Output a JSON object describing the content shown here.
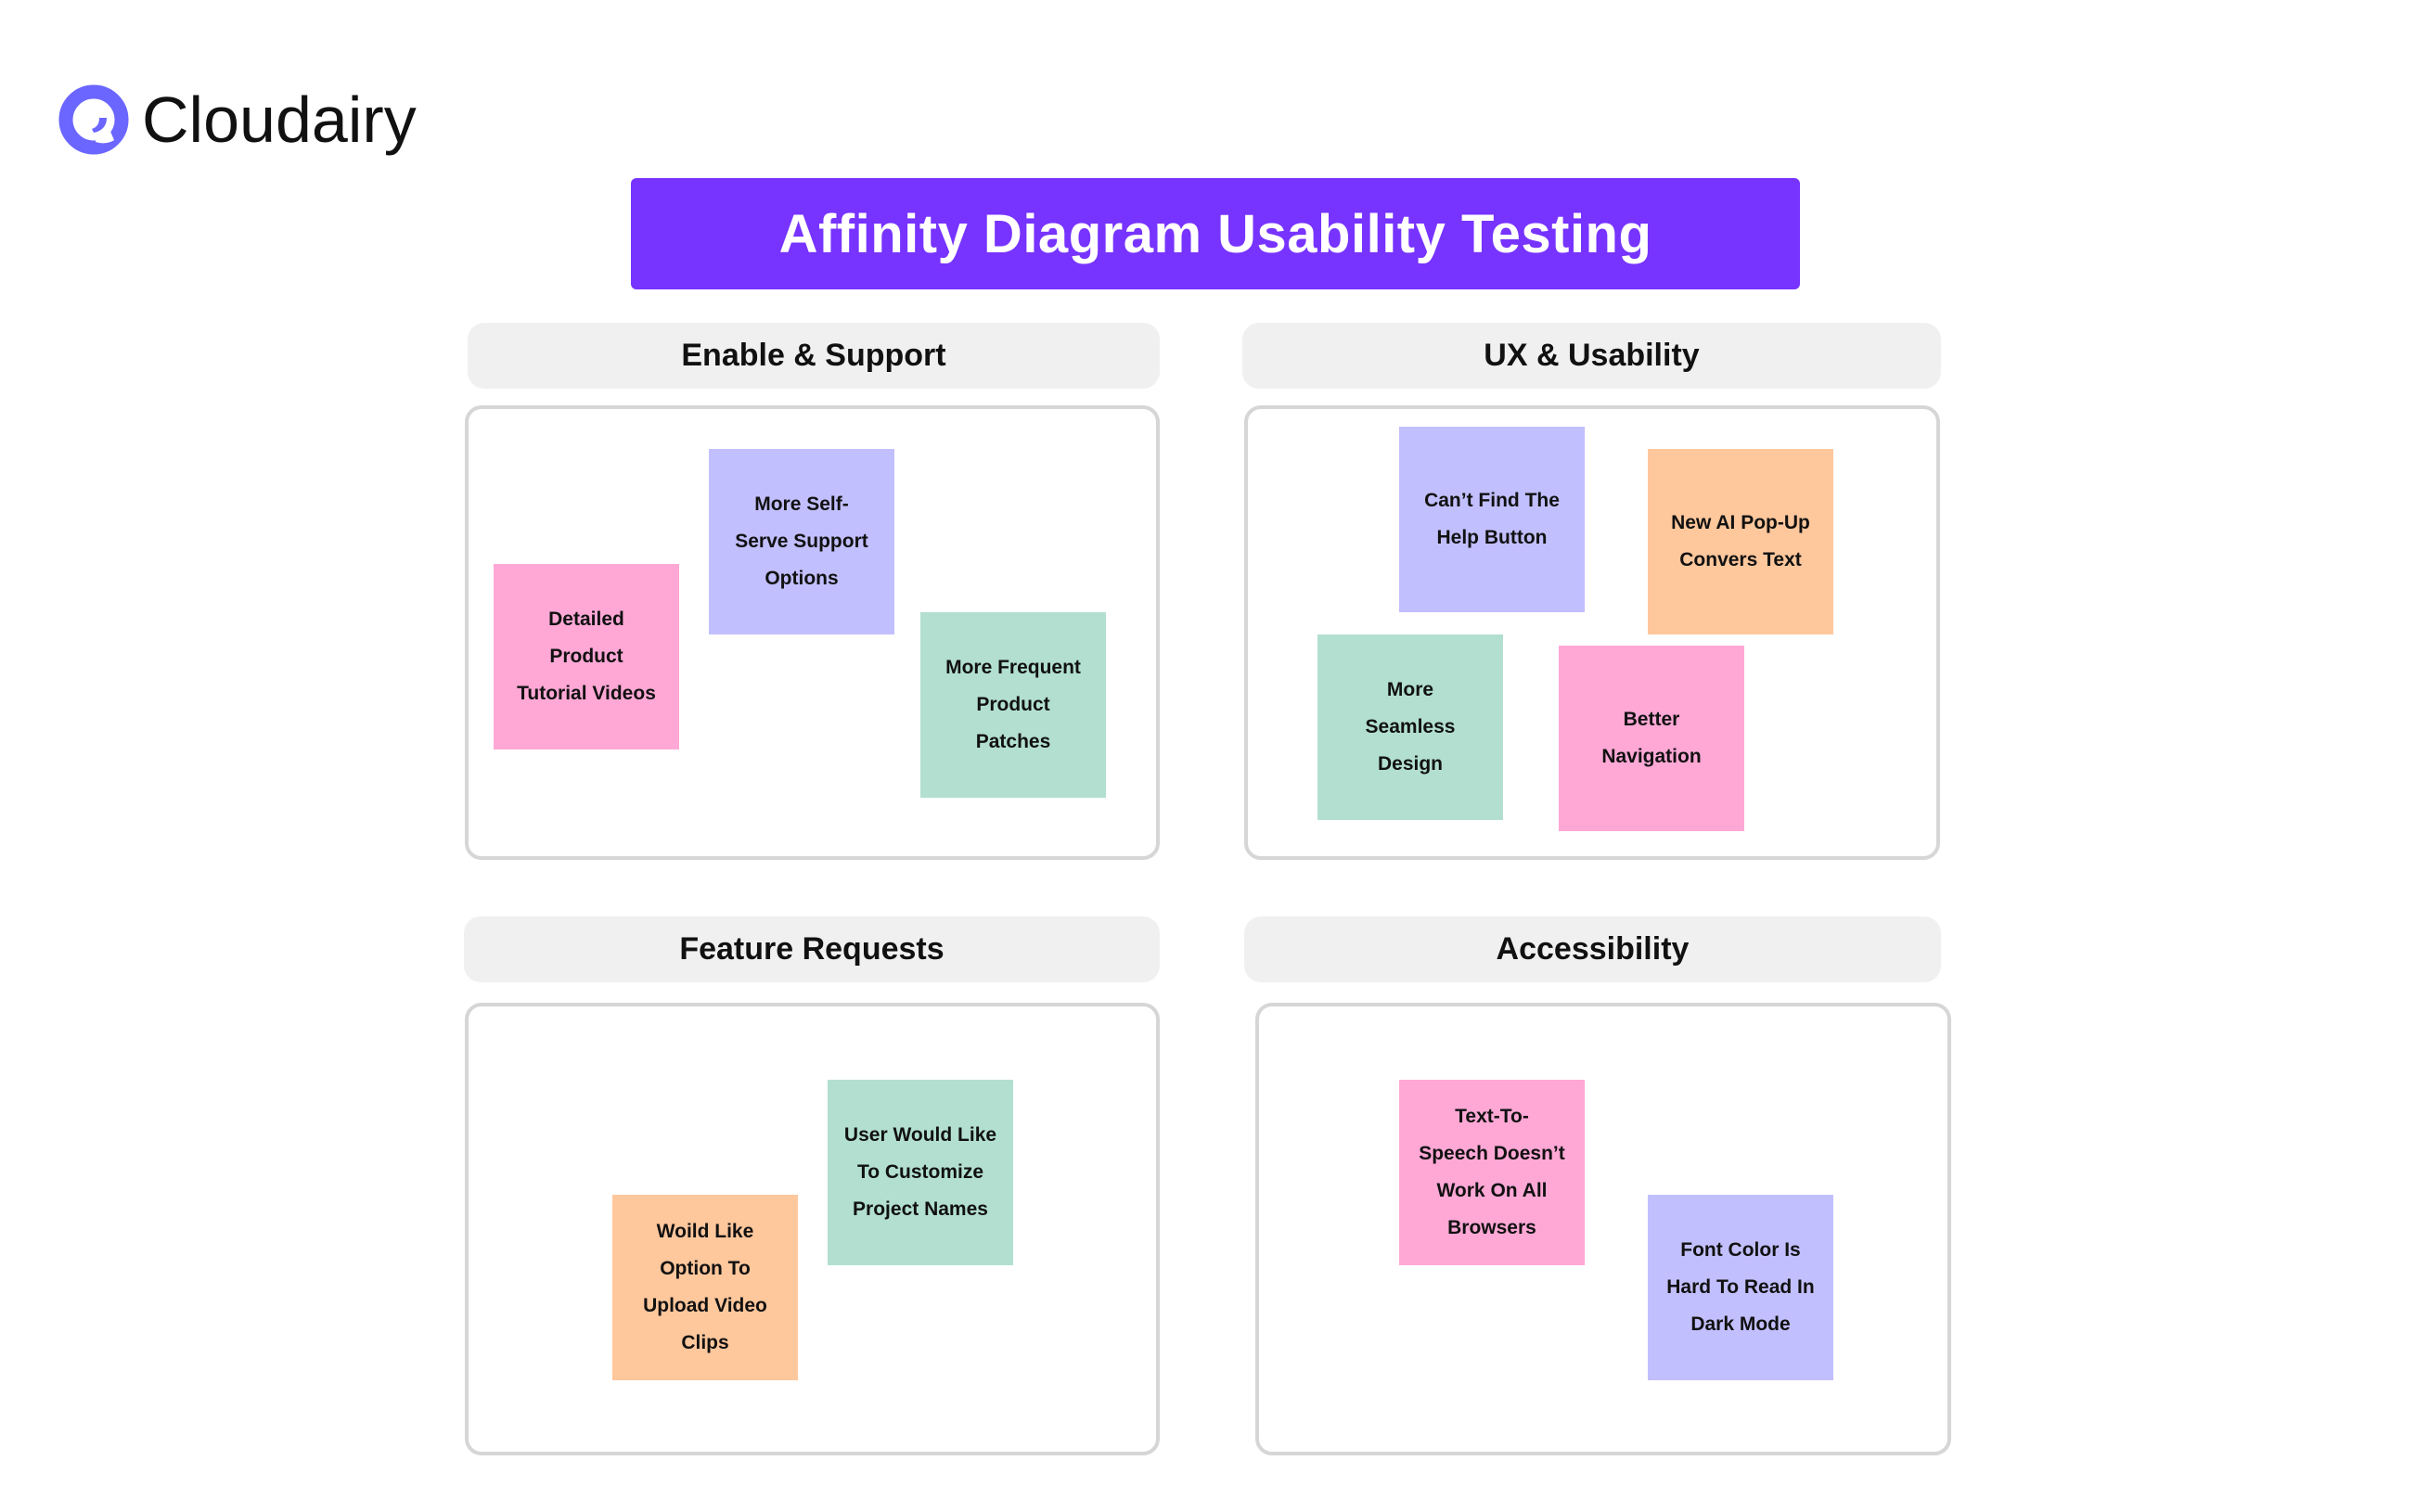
{
  "brand": {
    "name": "Cloudairy",
    "icon": "cloudairy-swirl-icon",
    "color": "#6b66ff"
  },
  "title": {
    "text": "Affinity Diagram Usability Testing",
    "background": "#7733ff"
  },
  "colors": {
    "header_bg": "#f0f0f0",
    "box_border": "#d6d6d6",
    "pink": "#ffa8d6",
    "purple": "#c2bfff",
    "green": "#b2dfd0",
    "orange": "#ffc79c"
  },
  "groups": [
    {
      "label": "Enable & Support",
      "notes": [
        {
          "text": "Detailed\nProduct\nTutorial Videos",
          "color": "pink"
        },
        {
          "text": "More Self-\nServe Support\nOptions",
          "color": "purple"
        },
        {
          "text": "More Frequent\nProduct\nPatches",
          "color": "green"
        }
      ]
    },
    {
      "label": "UX & Usability",
      "notes": [
        {
          "text": "Can’t Find The\nHelp Button",
          "color": "purple"
        },
        {
          "text": "New AI Pop-Up\nConvers Text",
          "color": "orange"
        },
        {
          "text": "More\nSeamless\nDesign",
          "color": "green"
        },
        {
          "text": "Better\nNavigation",
          "color": "pink"
        }
      ]
    },
    {
      "label": "Feature Requests",
      "notes": [
        {
          "text": "Woild Like\nOption To\nUpload Video\nClips",
          "color": "orange"
        },
        {
          "text": "User Would Like\nTo Customize\nProject Names",
          "color": "green"
        }
      ]
    },
    {
      "label": "Accessibility",
      "notes": [
        {
          "text": "Text-To-\nSpeech Doesn’t\nWork On All\nBrowsers",
          "color": "pink"
        },
        {
          "text": "Font Color Is\nHard To Read In\nDark Mode",
          "color": "purple"
        }
      ]
    }
  ]
}
